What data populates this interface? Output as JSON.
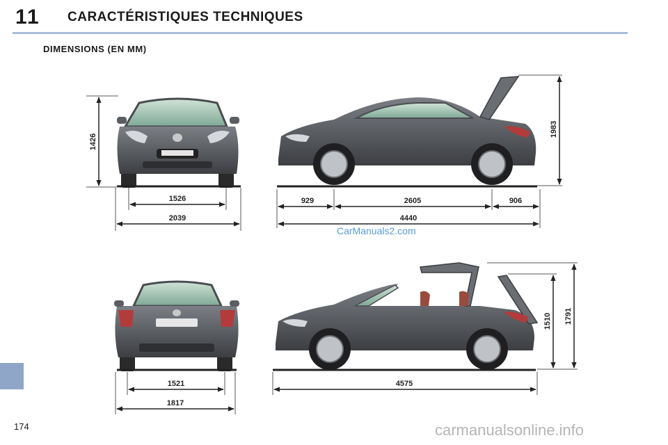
{
  "header": {
    "chapter_number": "11",
    "chapter_title": "CARACTÉRISTIQUES TECHNIQUES"
  },
  "section": {
    "title": "DIMENSIONS (EN MM)"
  },
  "dimensions": {
    "front_height": "1426",
    "front_track": "1526",
    "front_width": "2039",
    "front_overhang": "929",
    "wheelbase": "2605",
    "rear_overhang": "906",
    "length": "4440",
    "height_trunk_open": "1983",
    "rear_track": "1521",
    "rear_width": "1817",
    "length_roof_opening": "4575",
    "height_roof_opening_low": "1510",
    "height_roof_opening_high": "1791"
  },
  "watermarks": {
    "top": "CarManuals2.com",
    "bottom": "carmanualsonline.info"
  },
  "footer": {
    "page_number": "174"
  },
  "colors": {
    "header_rule": "#a9bcd9",
    "side_tab": "#8fa6c8",
    "car_body": "#5a5d62"
  }
}
